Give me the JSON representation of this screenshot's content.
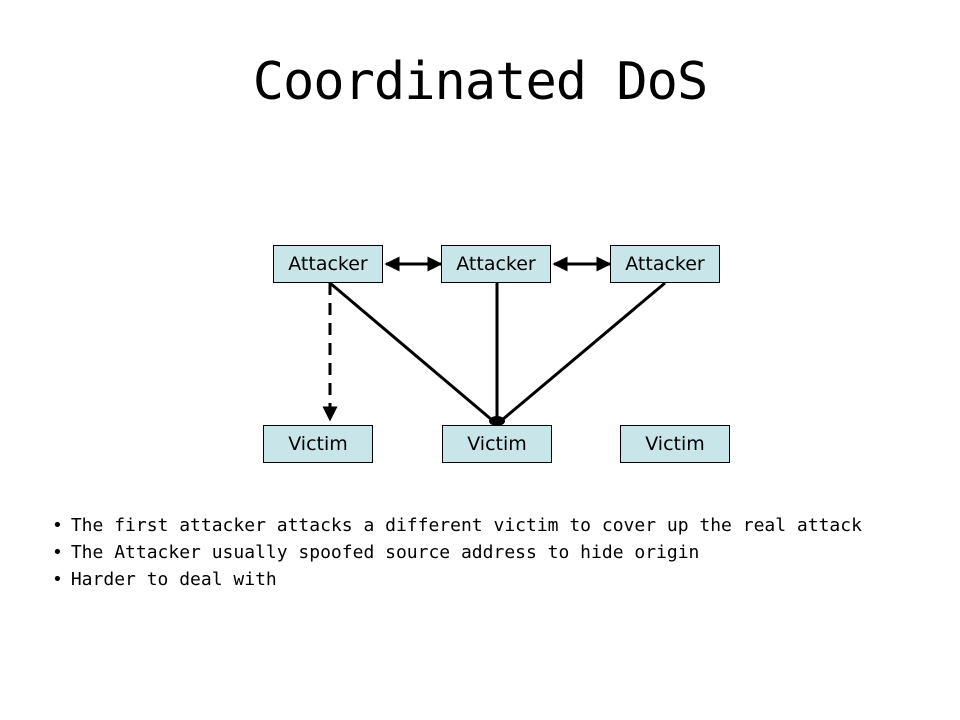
{
  "title": "Coordinated DoS",
  "colors": {
    "node_fill": "#c8e6ea",
    "edge": "#000000"
  },
  "attackers": [
    {
      "label": "Attacker"
    },
    {
      "label": "Attacker"
    },
    {
      "label": "Attacker"
    }
  ],
  "victims": [
    {
      "label": "Victim"
    },
    {
      "label": "Victim"
    },
    {
      "label": "Victim"
    }
  ],
  "bullets": [
    "The first attacker attacks a different victim to cover up the real attack",
    "The Attacker usually spoofed source address to hide origin",
    "Harder to deal with"
  ]
}
